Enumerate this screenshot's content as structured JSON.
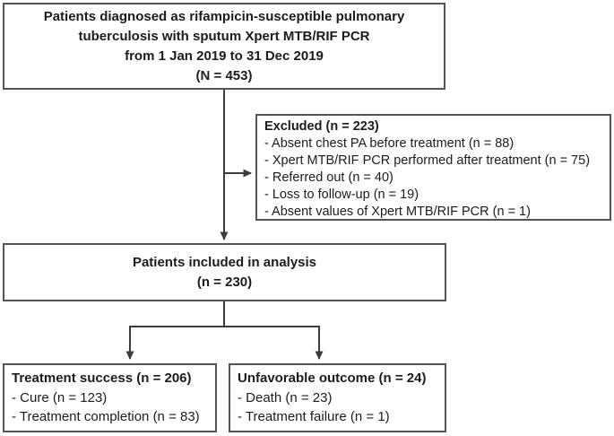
{
  "colors": {
    "border": "#545454",
    "line": "#3c3c3c",
    "text": "#1c1c1c",
    "bg": "#ffffff"
  },
  "flowchart": {
    "top_box": {
      "text": "Patients diagnosed as rifampicin-susceptible pulmonary\ntuberculosis with sputum Xpert MTB/RIF PCR\nfrom 1 Jan 2019 to 31 Dec 2019\n(N = 453)"
    },
    "excluded_box": {
      "title": "Excluded (n = 223)",
      "items": [
        "- Absent chest PA before treatment (n = 88)",
        "- Xpert MTB/RIF PCR performed after treatment (n = 75)",
        "- Referred out (n = 40)",
        "- Loss to follow-up (n = 19)",
        "- Absent values of Xpert MTB/RIF PCR (n = 1)"
      ]
    },
    "included_box": {
      "text": "Patients included in analysis\n(n = 230)"
    },
    "success_box": {
      "title": "Treatment success (n = 206)",
      "items": [
        "- Cure (n = 123)",
        "- Treatment completion (n = 83)"
      ]
    },
    "unfavorable_box": {
      "title": "Unfavorable outcome (n = 24)",
      "items": [
        "- Death (n = 23)",
        "- Treatment failure (n = 1)"
      ]
    }
  }
}
